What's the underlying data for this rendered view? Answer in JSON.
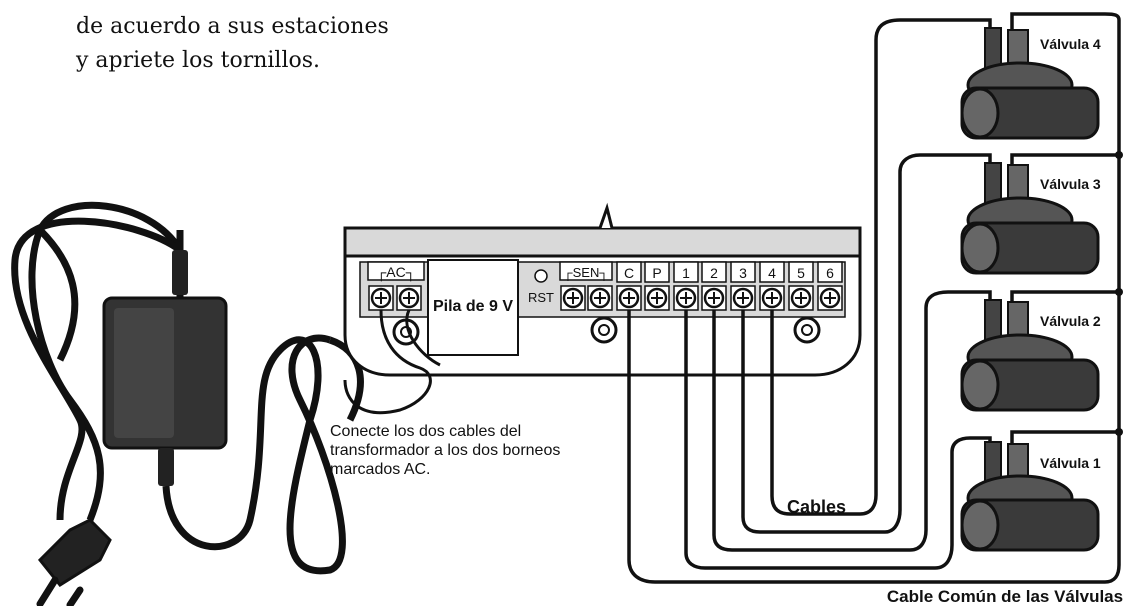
{
  "intro_text": "de acuerdo a sus estaciones y apriete los tornillos.",
  "controller": {
    "ac_label": "┌AC┐",
    "battery_label": "Pila de 9 V",
    "rst_label": "RST",
    "sen_label": "┌SEN┐",
    "terminals": [
      "C",
      "P",
      "1",
      "2",
      "3",
      "4",
      "5",
      "6"
    ]
  },
  "transformer_note": "Conecte los dos cables del transformador a los dos borneos marcados AC.",
  "cables_label": "Cables",
  "common_label": "Cable Común de las Válvulas",
  "valves": [
    {
      "label": "Válvula 4"
    },
    {
      "label": "Válvula 3"
    },
    {
      "label": "Válvula 2"
    },
    {
      "label": "Válvula 1"
    }
  ],
  "colors": {
    "line": "#111111",
    "body": "#3a3a3a",
    "panel": "#d9d9d9"
  }
}
